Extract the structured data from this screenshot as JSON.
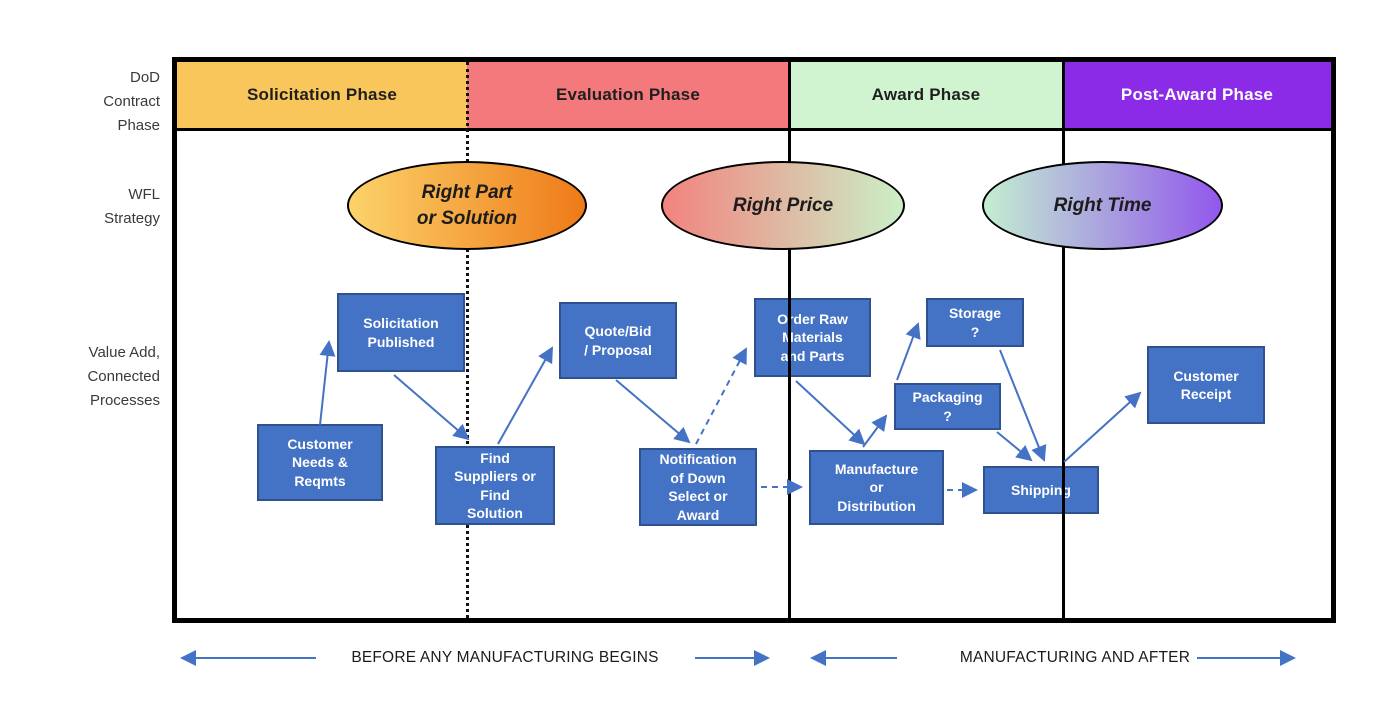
{
  "left_labels": {
    "contract_phase": "DoD\nContract\nPhase",
    "wfl_strategy": "WFL\nStrategy",
    "value_add": "Value Add,\nConnected\nProcesses"
  },
  "phases": [
    {
      "label": "Solicitation Phase",
      "color": "#F9C65B",
      "text_color": "#1f1f1f"
    },
    {
      "label": "Evaluation Phase",
      "color": "#F4797C",
      "text_color": "#1f1f1f"
    },
    {
      "label": "Award Phase",
      "color": "#CFF4CF",
      "text_color": "#1f1f1f"
    },
    {
      "label": "Post-Award Phase",
      "color": "#8B2BE8",
      "text_color": "#ffffff"
    }
  ],
  "strategies": [
    {
      "label": "Right Part\nor Solution",
      "gradient_start": "#FCD36A",
      "gradient_end": "#EE7A18"
    },
    {
      "label": "Right Price",
      "gradient_start": "#F2837E",
      "gradient_end": "#CBEFC7"
    },
    {
      "label": "Right Time",
      "gradient_start": "#C3EED1",
      "gradient_end": "#9257EC"
    }
  ],
  "process_boxes": [
    {
      "id": "solicitation-published",
      "label": "Solicitation\nPublished"
    },
    {
      "id": "customer-needs",
      "label": "Customer\nNeeds &\nReqmts"
    },
    {
      "id": "find-suppliers",
      "label": "Find\nSuppliers or\nFind\nSolution"
    },
    {
      "id": "quote-bid",
      "label": "Quote/Bid\n/ Proposal"
    },
    {
      "id": "notification",
      "label": "Notification\nof Down\nSelect or\nAward"
    },
    {
      "id": "order-raw-materials",
      "label": "Order Raw\nMaterials\nand Parts"
    },
    {
      "id": "storage",
      "label": "Storage\n?"
    },
    {
      "id": "packaging",
      "label": "Packaging\n?"
    },
    {
      "id": "manufacture",
      "label": "Manufacture\nor\nDistribution"
    },
    {
      "id": "shipping",
      "label": "Shipping"
    },
    {
      "id": "customer-receipt",
      "label": "Customer\nReceipt"
    }
  ],
  "bottom_labels": {
    "before_manufacturing": "BEFORE ANY MANUFACTURING BEGINS",
    "manufacturing_after": "MANUFACTURING AND AFTER"
  },
  "colors": {
    "box_fill": "#4472C4",
    "box_border": "#2F528F",
    "arrow": "#4472C4",
    "frame_border": "#000000"
  }
}
